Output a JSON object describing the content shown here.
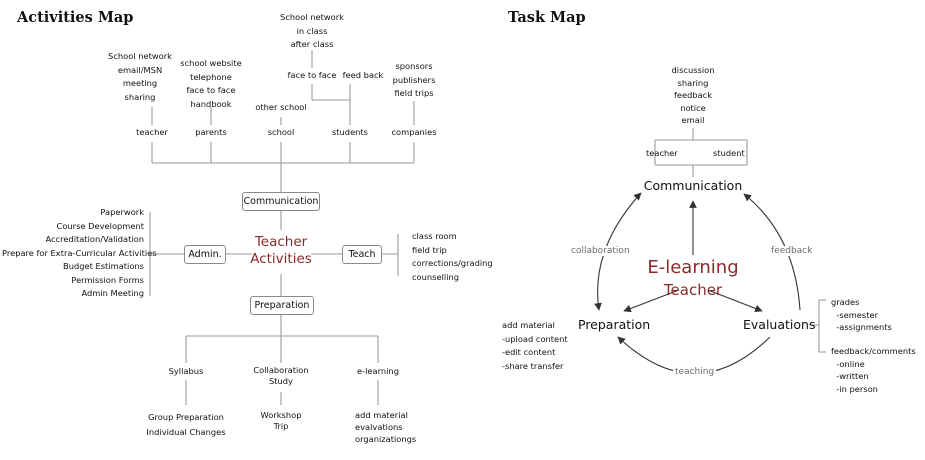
{
  "activities_map": {
    "title": "Activities Map",
    "top_groups": [
      {
        "id": "teacher",
        "details": "School network\nemail/MSN\nmeeting\nsharing",
        "label": "teacher"
      },
      {
        "id": "parents",
        "details": "school website\ntelephone\nface to face\nhandbook",
        "label": "parents"
      },
      {
        "id": "school",
        "details": "other school",
        "label": "school"
      },
      {
        "id": "students",
        "network": "School network\nin class\nafter class",
        "face_to_face": "face to face",
        "feed_back": "feed back",
        "label": "students"
      },
      {
        "id": "companies",
        "details": "sponsors\npublishers\nfield trips",
        "label": "companies"
      }
    ],
    "communication": "Communication",
    "center": "Teacher\nActivities",
    "admin": {
      "label": "Admin.",
      "items": "Paperwork\nCourse Development\nAccreditation/Validation\nPrepare for Extra-Curricular Activities\nBudget Estimations\nPermission Forms\nAdmin Meeting"
    },
    "teach": {
      "label": "Teach",
      "items": "class room\nfield trip\ncorrections/grading\ncounselling"
    },
    "preparation": "Preparation",
    "prep_children": [
      {
        "label": "Syllabus",
        "sub": "Group Preparation\nIndividual Changes"
      },
      {
        "label": "Collaboration\nStudy",
        "sub": "Workshop\nTrip"
      },
      {
        "label": "e-learning",
        "sub": "add material\nevalvations\norganizationgs"
      }
    ]
  },
  "task_map": {
    "title": "Task Map",
    "top_list": "discussion\nsharing\nfeedback\nnotice\nemail",
    "teacher": "teacher",
    "student": "student",
    "communication": "Communication",
    "center_line1": "E-learning",
    "center_line2": "Teacher",
    "preparation": "Preparation",
    "evaluations": "Evaluations",
    "edge_collaboration": "collaboration",
    "edge_feedback": "feedback",
    "edge_teaching": "teaching",
    "prep_details": "add material\n-upload content\n-edit content\n-share transfer",
    "grades": "grades\n  -semester\n  -assignments",
    "feedback_comments": "feedback/comments\n  -online\n  -written\n  -in person"
  }
}
